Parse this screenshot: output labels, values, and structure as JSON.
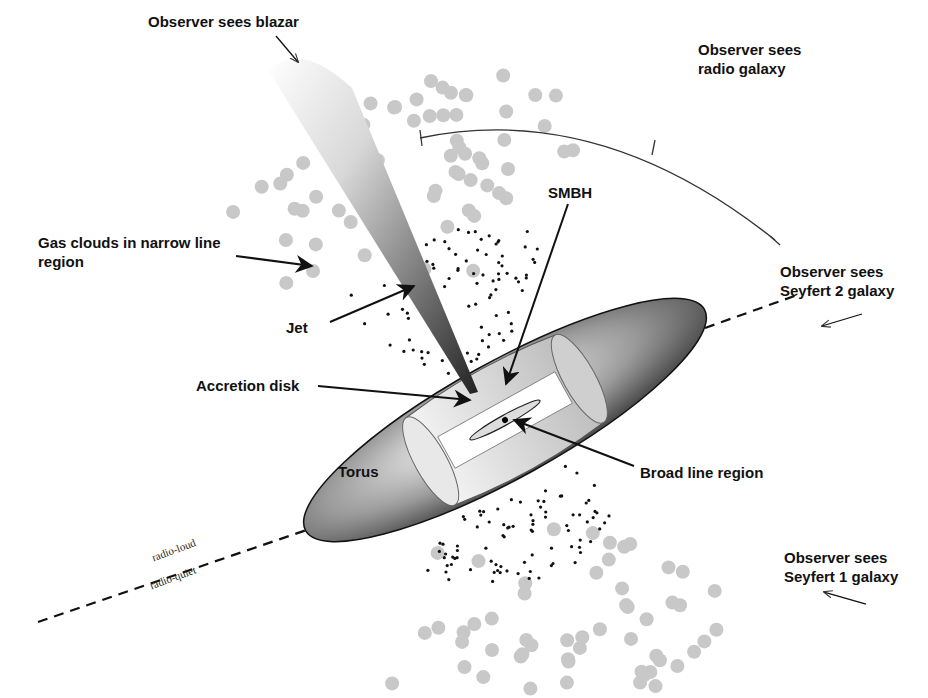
{
  "diagram": {
    "labels": [
      "Observer sees blazar",
      "Observer sees radio galaxy",
      "Gas clouds in narrow line region",
      "SMBH",
      "Observer sees Seyfert 2 galaxy",
      "Jet",
      "Accretion disk",
      "Torus",
      "Broad line region",
      "Observer sees Seyfert 1 galaxy",
      "radio-loud",
      "radio-quiet"
    ]
  }
}
